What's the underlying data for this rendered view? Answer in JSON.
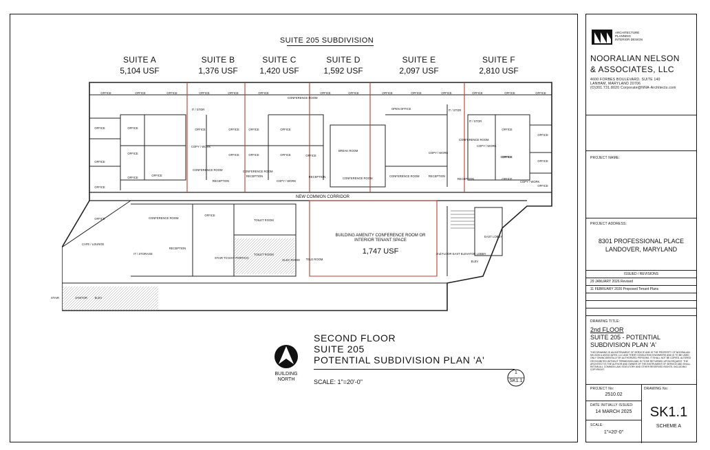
{
  "plan": {
    "header": "SUITE 205 SUBDIVISION",
    "suites": [
      {
        "name": "SUITE A",
        "area": "5,104 USF"
      },
      {
        "name": "SUITE B",
        "area": "1,376 USF"
      },
      {
        "name": "SUITE C",
        "area": "1,420 USF"
      },
      {
        "name": "SUITE D",
        "area": "1,592 USF"
      },
      {
        "name": "SUITE E",
        "area": "2,097 USF"
      },
      {
        "name": "SUITE F",
        "area": "2,810 USF"
      }
    ],
    "corridor_label": "NEW COMMON CORRIDOR",
    "center_space_label": "BUILDING AMENITY CONFERENCE ROOM OR INTERIOR TENANT SPACE",
    "center_space_area": "1,747 USF",
    "rooms": {
      "office": "OFFICE",
      "open_office": "OPEN OFFICE",
      "conference": "CONFERENCE ROOM",
      "copy_work": "COPY / WORK",
      "it_stor": "IT / STOR",
      "reception": "RECEPTION",
      "coffee": "COFFEE",
      "break_room": "BREAK ROOM",
      "cafe": "CAFE / LOUNGE",
      "it_storage": "IT / STORAGE",
      "toilet": "TOILET ROOM",
      "stair": "STAIR",
      "janitor": "JANITOR",
      "elev": "ELEV",
      "stair_to_exit": "STAIR TO EXIT PORTICO",
      "elec_room": "ELEC ROOM",
      "tele_room": "TELE ROOM",
      "elevator_lobby": "2nd FLOOR EAST ELEVATOR LOBBY",
      "east_lobby": "EAST LOBBY"
    },
    "title_lines": [
      "SECOND FLOOR",
      "SUITE 205",
      "POTENTIAL SUBDIVISION PLAN 'A'"
    ],
    "scale": "SCALE: 1\"=20'-0\"",
    "north_label_1": "BUILDING",
    "north_label_2": "NORTH",
    "detail_num": "1",
    "detail_sheet": "SK1.1"
  },
  "titleblock": {
    "logo_text": [
      "ARCHITECTURE",
      "PLANNING",
      "INTERIOR DESIGN"
    ],
    "firm_line1": "NOORALIAN NELSON",
    "firm_line2": "& ASSOCIATES, LLC",
    "address1": "4600 FORBES BOULEVARD, SUITE 140",
    "address2": "LANHAM, MARYLAND 20706",
    "contact": "(O)301.731.8020   Corporate@NNA-Architects.com",
    "project_name_label": "PROJECT NAME:",
    "project_address_label": "PROJECT ADDRESS:",
    "address_line1": "8301 PROFESSIONAL PLACE",
    "address_line2": "LANDOVER, MARYLAND",
    "issued_label": "ISSUED / REVISIONS",
    "revisions": [
      "29 JANUARY 2026 Revised",
      "11 FEBRUARY 2026 Proposed Tenant Plans"
    ],
    "drawing_title_label": "DRAWING TITLE:",
    "drawing_title": [
      "2nd FLOOR",
      "SUITE 205 - POTENTIAL",
      "SUBDIVISION PLAN 'A'"
    ],
    "disclaimer": "THIS DRAWING IS AN INSTRUMENT OF SERVICE AND IS THE PROPERTY OF NOORALIAN NELSON & ASSOCIATES, LLC AND THEIR CONSULTING ENGINEERS AND IS TO BE USED ONLY ON/INCIDENTALLY BY AUTHORIZED PERSONS. IT SHALL NOT BE COPIED, ALTERED OR EXHIBITED WITHOUT PERMISSION AND IS TO BE RETURNED UPON REQUEST. THE ARCHITECT IS THE AUTHOR AND OWNER OF THE INSTRUMENT OF SERVICE AND SHALL RETAIN ALL COMMON LAW, STATUTORY AND OTHER RESERVED RIGHTS, INCLUDING COPYRIGHT.",
    "project_no_label": "PROJECT No:",
    "project_no": "2510.02",
    "drawing_no_label": "DRAWING No:",
    "date_label": "DATE INITIALLY ISSUED:",
    "date": "14 MARCH 2025",
    "scale_label": "SCALE:",
    "scale": "1\"=20'-0\"",
    "sheet": "SK1.1",
    "scheme": "SCHEME A"
  }
}
